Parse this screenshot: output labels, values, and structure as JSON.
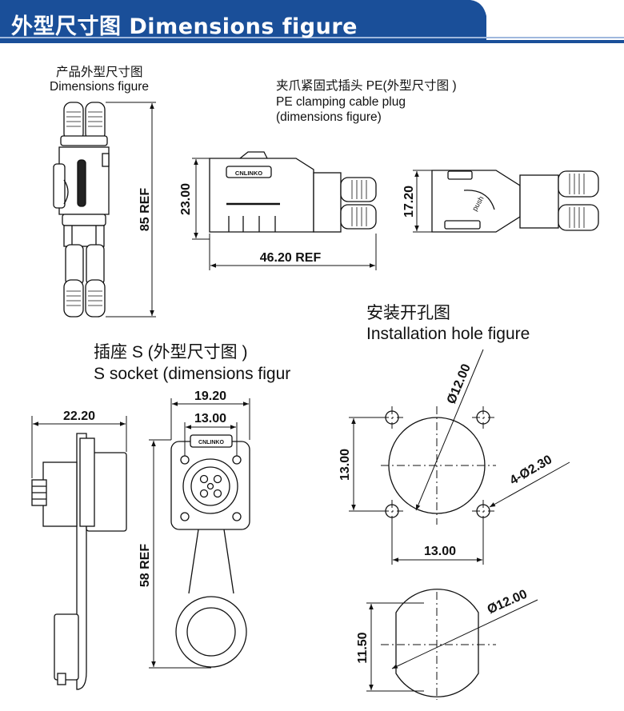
{
  "header": {
    "title": "外型尺寸图  Dimensions figure",
    "color": "#1a4f99",
    "accent": "#2f6bc0"
  },
  "plug_outline": {
    "title_cn": "产品外型尺寸图",
    "title_en": "Dimensions figure",
    "height_dim": "85 REF"
  },
  "pe_plug": {
    "title_cn": "夹爪紧固式插头 PE(外型尺寸图 )",
    "title_en1": "PE clamping cable plug",
    "title_en2": "(dimensions figure)",
    "height_dim": "23.00",
    "length_dim": "46.20 REF",
    "top_height_dim": "17.20",
    "brand_text": "CNLINKO",
    "push_text": "push"
  },
  "socket": {
    "title_cn": "插座 S (外型尺寸图 )",
    "title_en": "S socket (dimensions figur",
    "depth_dim": "22.20",
    "flange_width_dim": "19.20",
    "hole_spacing_dim": "13.00",
    "height_dim": "58 REF"
  },
  "install": {
    "title_cn": "安装开孔图",
    "title_en": "Installation hole figure",
    "diameter_dim": "Ø12.00",
    "screw_dim": "4-Ø2.30",
    "vertical_dim": "13.00",
    "horizontal_dim": "13.00",
    "d_diameter_dim": "Ø12.00",
    "d_height_dim": "11.50"
  }
}
